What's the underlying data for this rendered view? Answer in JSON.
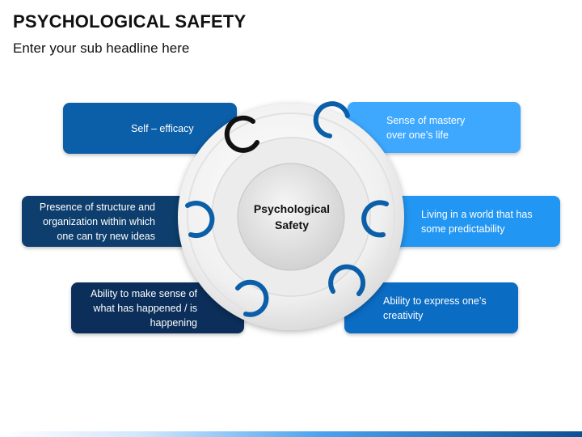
{
  "header": {
    "title": "PSYCHOLOGICAL SAFETY",
    "subtitle": "Enter your sub headline here"
  },
  "center": {
    "label": "Psychological\nSafety"
  },
  "items": [
    {
      "label": "Self – efficacy",
      "color": "#0b5ea8"
    },
    {
      "label": "Presence of structure and\norganization within which\none can try new ideas",
      "color": "#0d3e6d"
    },
    {
      "label": "Ability to make sense of\nwhat has happened / is\nhappening",
      "color": "#0b2f5a"
    },
    {
      "label": "Sense of mastery\nover one’s life",
      "color": "#3ea8ff"
    },
    {
      "label": "Living in a world that has\nsome predictability",
      "color": "#2196f3"
    },
    {
      "label": "Ability to express one’s\ncreativity",
      "color": "#0b6cc4"
    }
  ],
  "colors": {
    "ring_accent_dark": "#111111",
    "ring_accent_blue": "#0b5ea8"
  }
}
